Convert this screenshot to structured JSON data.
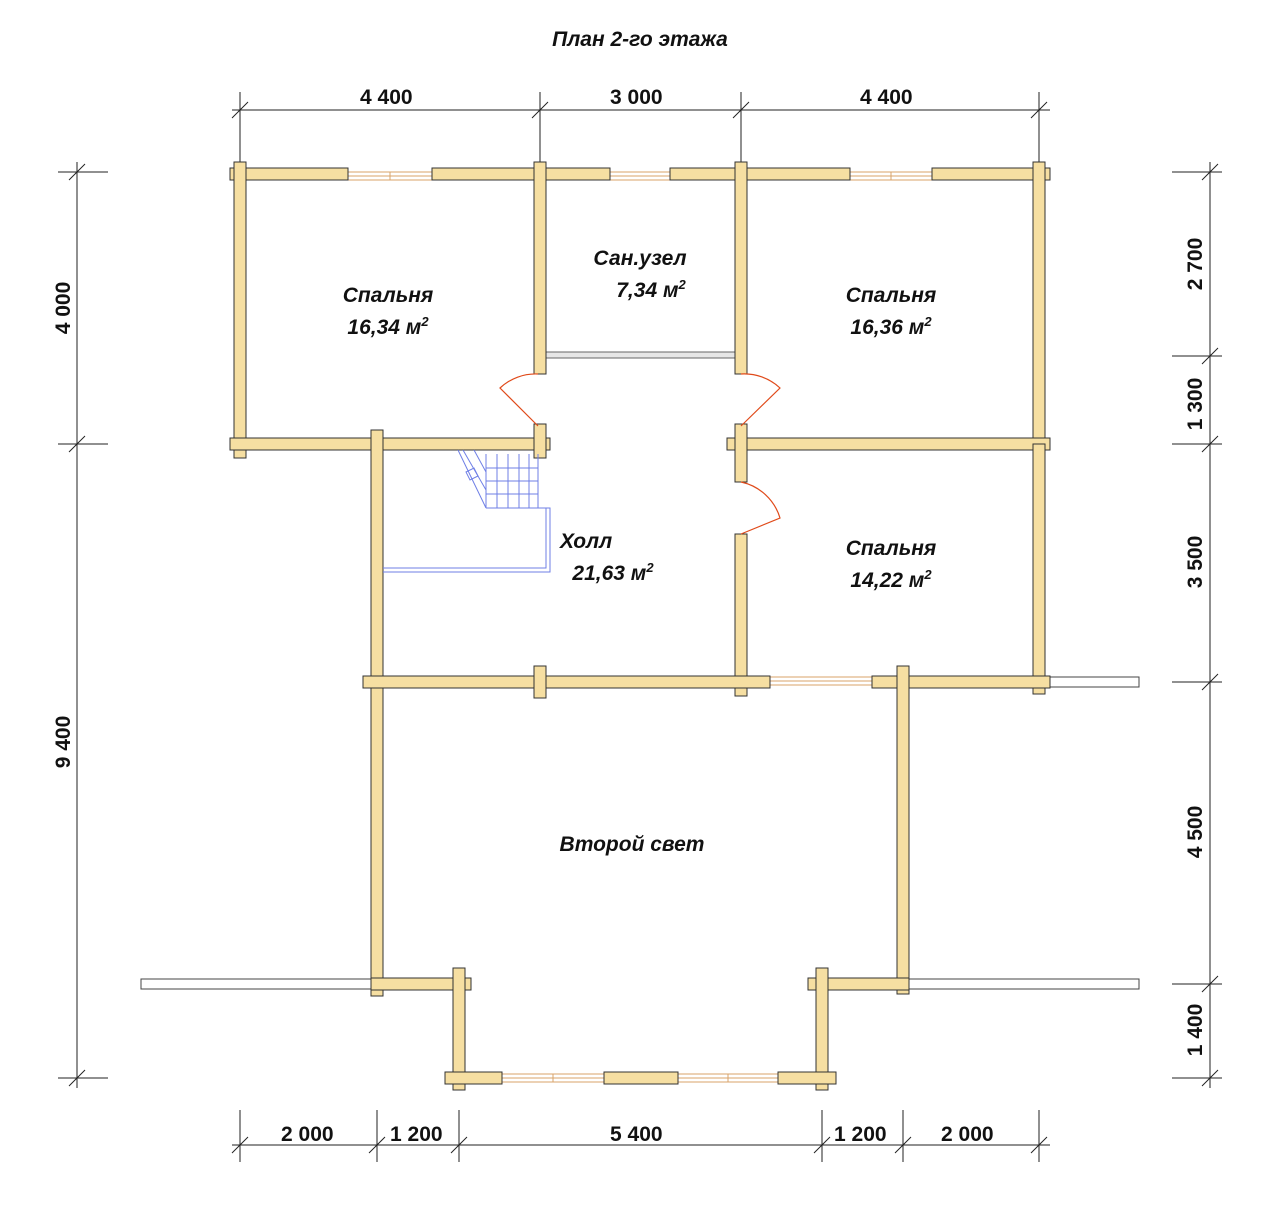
{
  "title": "План 2-го этажа",
  "rooms": {
    "bedroom_nw": {
      "name": "Спальня",
      "area": "16,34 м",
      "unit_sup": "2"
    },
    "bathroom": {
      "name": "Сан.узел",
      "area": "7,34 м",
      "unit_sup": "2"
    },
    "bedroom_ne": {
      "name": "Спальня",
      "area": "16,36 м",
      "unit_sup": "2"
    },
    "hall": {
      "name": "Холл",
      "area": "21,63 м",
      "unit_sup": "2"
    },
    "bedroom_e": {
      "name": "Спальня",
      "area": "14,22 м",
      "unit_sup": "2"
    },
    "second_light": {
      "name": "Второй свет"
    }
  },
  "dimensions": {
    "top": [
      "4 400",
      "3 000",
      "4 400"
    ],
    "bottom": [
      "2 000",
      "1 200",
      "5 400",
      "1 200",
      "2 000"
    ],
    "left": [
      "4 000",
      "9 400"
    ],
    "right": [
      "2 700",
      "1 300",
      "3 500",
      "4 500",
      "1 400"
    ]
  },
  "colors": {
    "wall_fill": "#f6dfa2",
    "wall_stroke": "#333333",
    "stair": "#6f7fe6",
    "door": "#e04a1a",
    "window": "#d9a36a"
  }
}
